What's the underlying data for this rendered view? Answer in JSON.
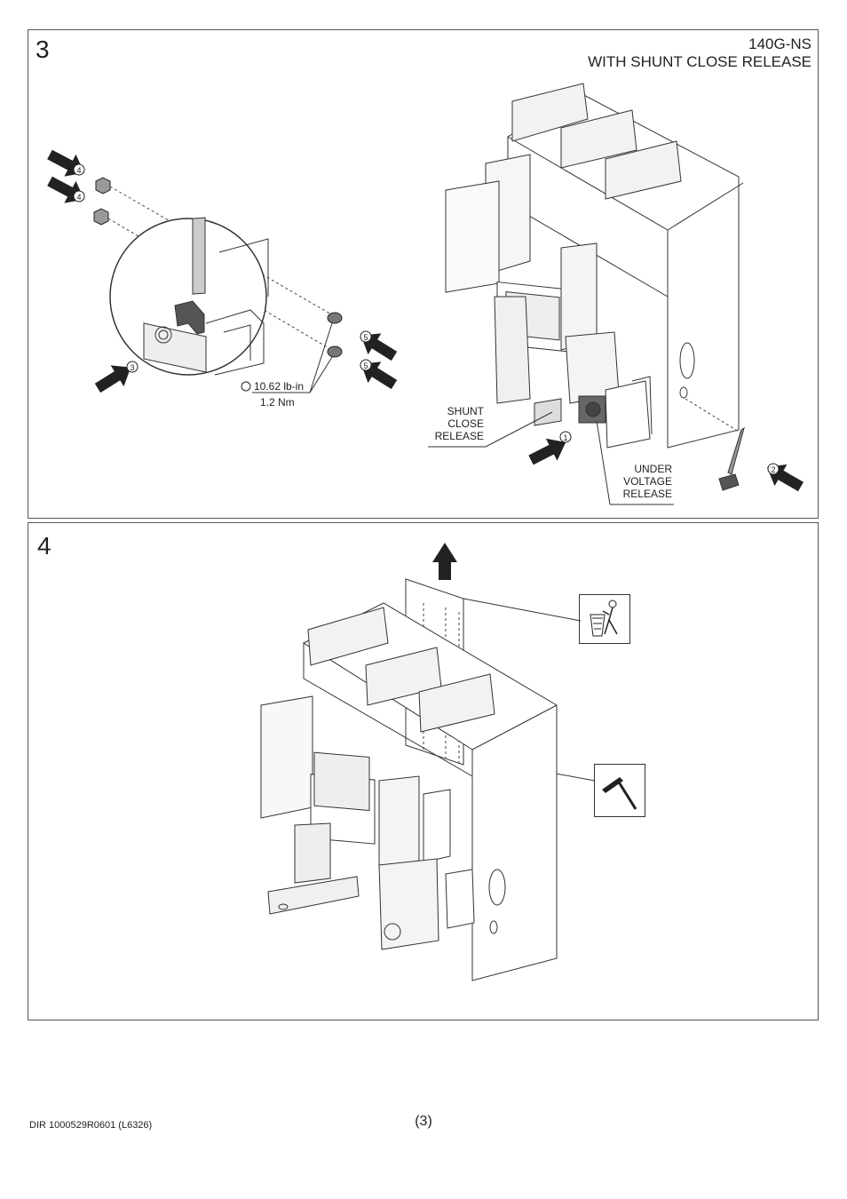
{
  "step3": {
    "number": "3",
    "title_line1": "140G-NS",
    "title_line2": "WITH SHUNT CLOSE RELEASE",
    "torque_inlb": "10.62 lb-in",
    "torque_nm": "1.2 Nm",
    "shunt_label": [
      "SHUNT",
      "CLOSE",
      "RELEASE"
    ],
    "uv_label": [
      "UNDER",
      "VOLTAGE",
      "RELEASE"
    ],
    "callouts": [
      "1",
      "2",
      "3",
      "4",
      "4",
      "5",
      "5"
    ]
  },
  "step4": {
    "number": "4",
    "icons": [
      "trash-bin-icon",
      "hammer-icon"
    ]
  },
  "footer": {
    "doc_ref": "DIR 1000529R0601 (L6326)",
    "page": "(3)"
  }
}
